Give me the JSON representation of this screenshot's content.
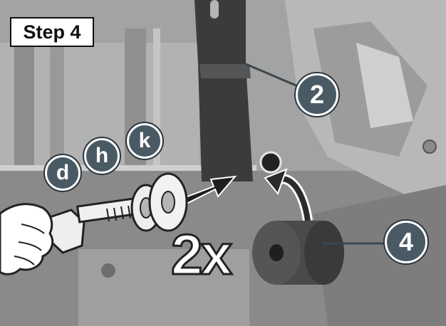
{
  "step": {
    "label": "Step 4"
  },
  "callouts": {
    "part_2": "2",
    "part_4": "4",
    "hardware_d": "d",
    "hardware_h": "h",
    "hardware_k": "k"
  },
  "quantity": "2x",
  "colors": {
    "callout_fill": "#4a5a65",
    "callout_ring": "#ffffff",
    "photo_background": "#9a9a9a"
  }
}
